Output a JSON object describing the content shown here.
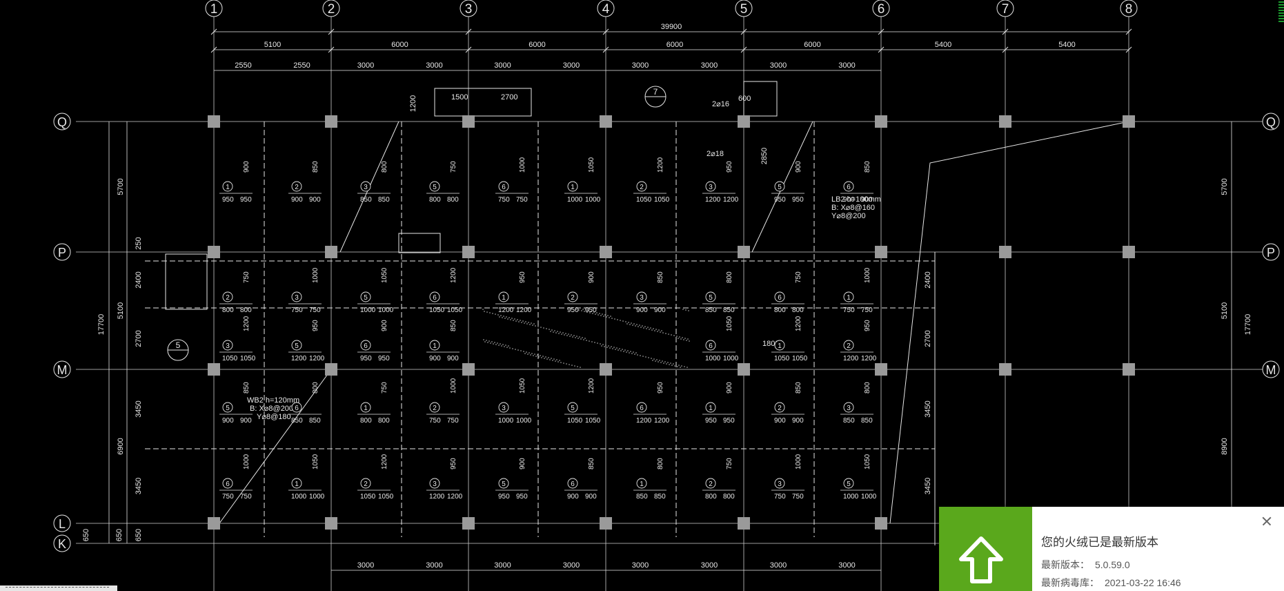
{
  "drawing": {
    "col_axes": [
      {
        "label": "1"
      },
      {
        "label": "2"
      },
      {
        "label": "3"
      },
      {
        "label": "4"
      },
      {
        "label": "5"
      },
      {
        "label": "6"
      },
      {
        "label": "7"
      },
      {
        "label": "8"
      }
    ],
    "row_axes": [
      {
        "label": "Q"
      },
      {
        "label": "P"
      },
      {
        "label": "M"
      },
      {
        "label": "L"
      },
      {
        "label": "K"
      }
    ],
    "total_dim": "39900",
    "bay_dims": [
      "5100",
      "6000",
      "6000",
      "6000",
      "6000",
      "5400",
      "5400"
    ],
    "sub_dims": [
      "2550",
      "2550",
      "3000",
      "3000",
      "3000",
      "3000",
      "3000",
      "3000",
      "3000",
      "3000"
    ],
    "bottom_dims": [
      "3000",
      "3000",
      "3000",
      "3000",
      "3000",
      "3000",
      "3000",
      "3000"
    ],
    "left_total": "17700",
    "left_dims": [
      "5700",
      "5100",
      "6900"
    ],
    "left_sub_dims": [
      "250",
      "2400",
      "2700",
      "3450",
      "3450"
    ],
    "left_small_dims": [
      "650",
      "650",
      "650"
    ],
    "right_total": "17700",
    "right_dims": [
      "5700",
      "5100",
      "8900"
    ],
    "right_sub_dims": [
      "2400",
      "2700",
      "3450",
      "3450"
    ],
    "notes": [
      "LB2 h=100mm",
      "B: X⌀8@160",
      "Y⌀8@200",
      "WB2 h=120mm",
      "B: X⌀8@200",
      "Y⌀8@180",
      "2⌀16",
      "2⌀18",
      "1500",
      "2700",
      "1200",
      "1800",
      "2850",
      "600"
    ],
    "callouts": [
      "5",
      "7"
    ],
    "slab_marks": [
      "1",
      "2",
      "3",
      "5",
      "6"
    ],
    "slab_values": [
      "950",
      "900",
      "850",
      "800",
      "750",
      "1000",
      "1050",
      "1200"
    ]
  },
  "toast": {
    "title": "您的火绒已是最新版本",
    "version_label": "最新版本：",
    "version_value": "5.0.59.0",
    "virusdb_label": "最新病毒库：",
    "virusdb_value": "2021-03-22 16:46",
    "icon": "upload-arrow-icon",
    "accent": "#5aa81c"
  }
}
